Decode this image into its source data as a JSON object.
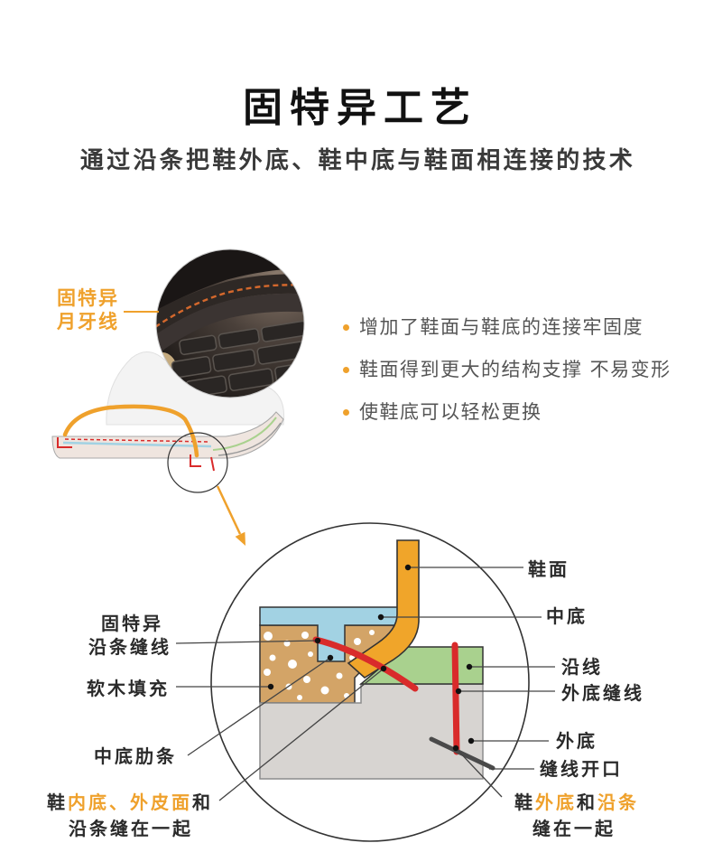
{
  "title": "固特异工艺",
  "subtitle": "通过沿条把鞋外底、鞋中底与鞋面相连接的技术",
  "stitch_callout": {
    "line1": "固特异",
    "line2": "月牙线"
  },
  "benefits": [
    "增加了鞋面与鞋底的连接牢固度",
    "鞋面得到更大的结构支撑 不易变形",
    "使鞋底可以轻松更换"
  ],
  "diagram": {
    "labels": {
      "upper": "鞋面",
      "insole": "中底",
      "welt": "沿线",
      "outsole_stitch": "外底缝线",
      "outsole": "外底",
      "stitch_channel": "缝线开口",
      "welt_stitch_line1": "固特异",
      "welt_stitch_line2": "沿条缝线",
      "cork_filler": "软木填充",
      "insole_rib": "中底肋条"
    },
    "note_inner": {
      "prefix": "鞋",
      "highlight": "内底、外皮面",
      "suffix": "和",
      "line2": "沿条缝在一起"
    },
    "note_outer": {
      "prefix": "鞋",
      "highlight1": "外底",
      "joiner": "和",
      "highlight2": "沿条",
      "line2": "缝在一起"
    }
  },
  "colors": {
    "accent": "#EFA12C",
    "stitch_red": "#D92B2B",
    "upper": "#F0A52A",
    "insole": "#A2D2E3",
    "welt": "#A9D18E",
    "cork": "#D3A467",
    "outsole": "#D7D4D1",
    "text": "#2A2A2A"
  }
}
